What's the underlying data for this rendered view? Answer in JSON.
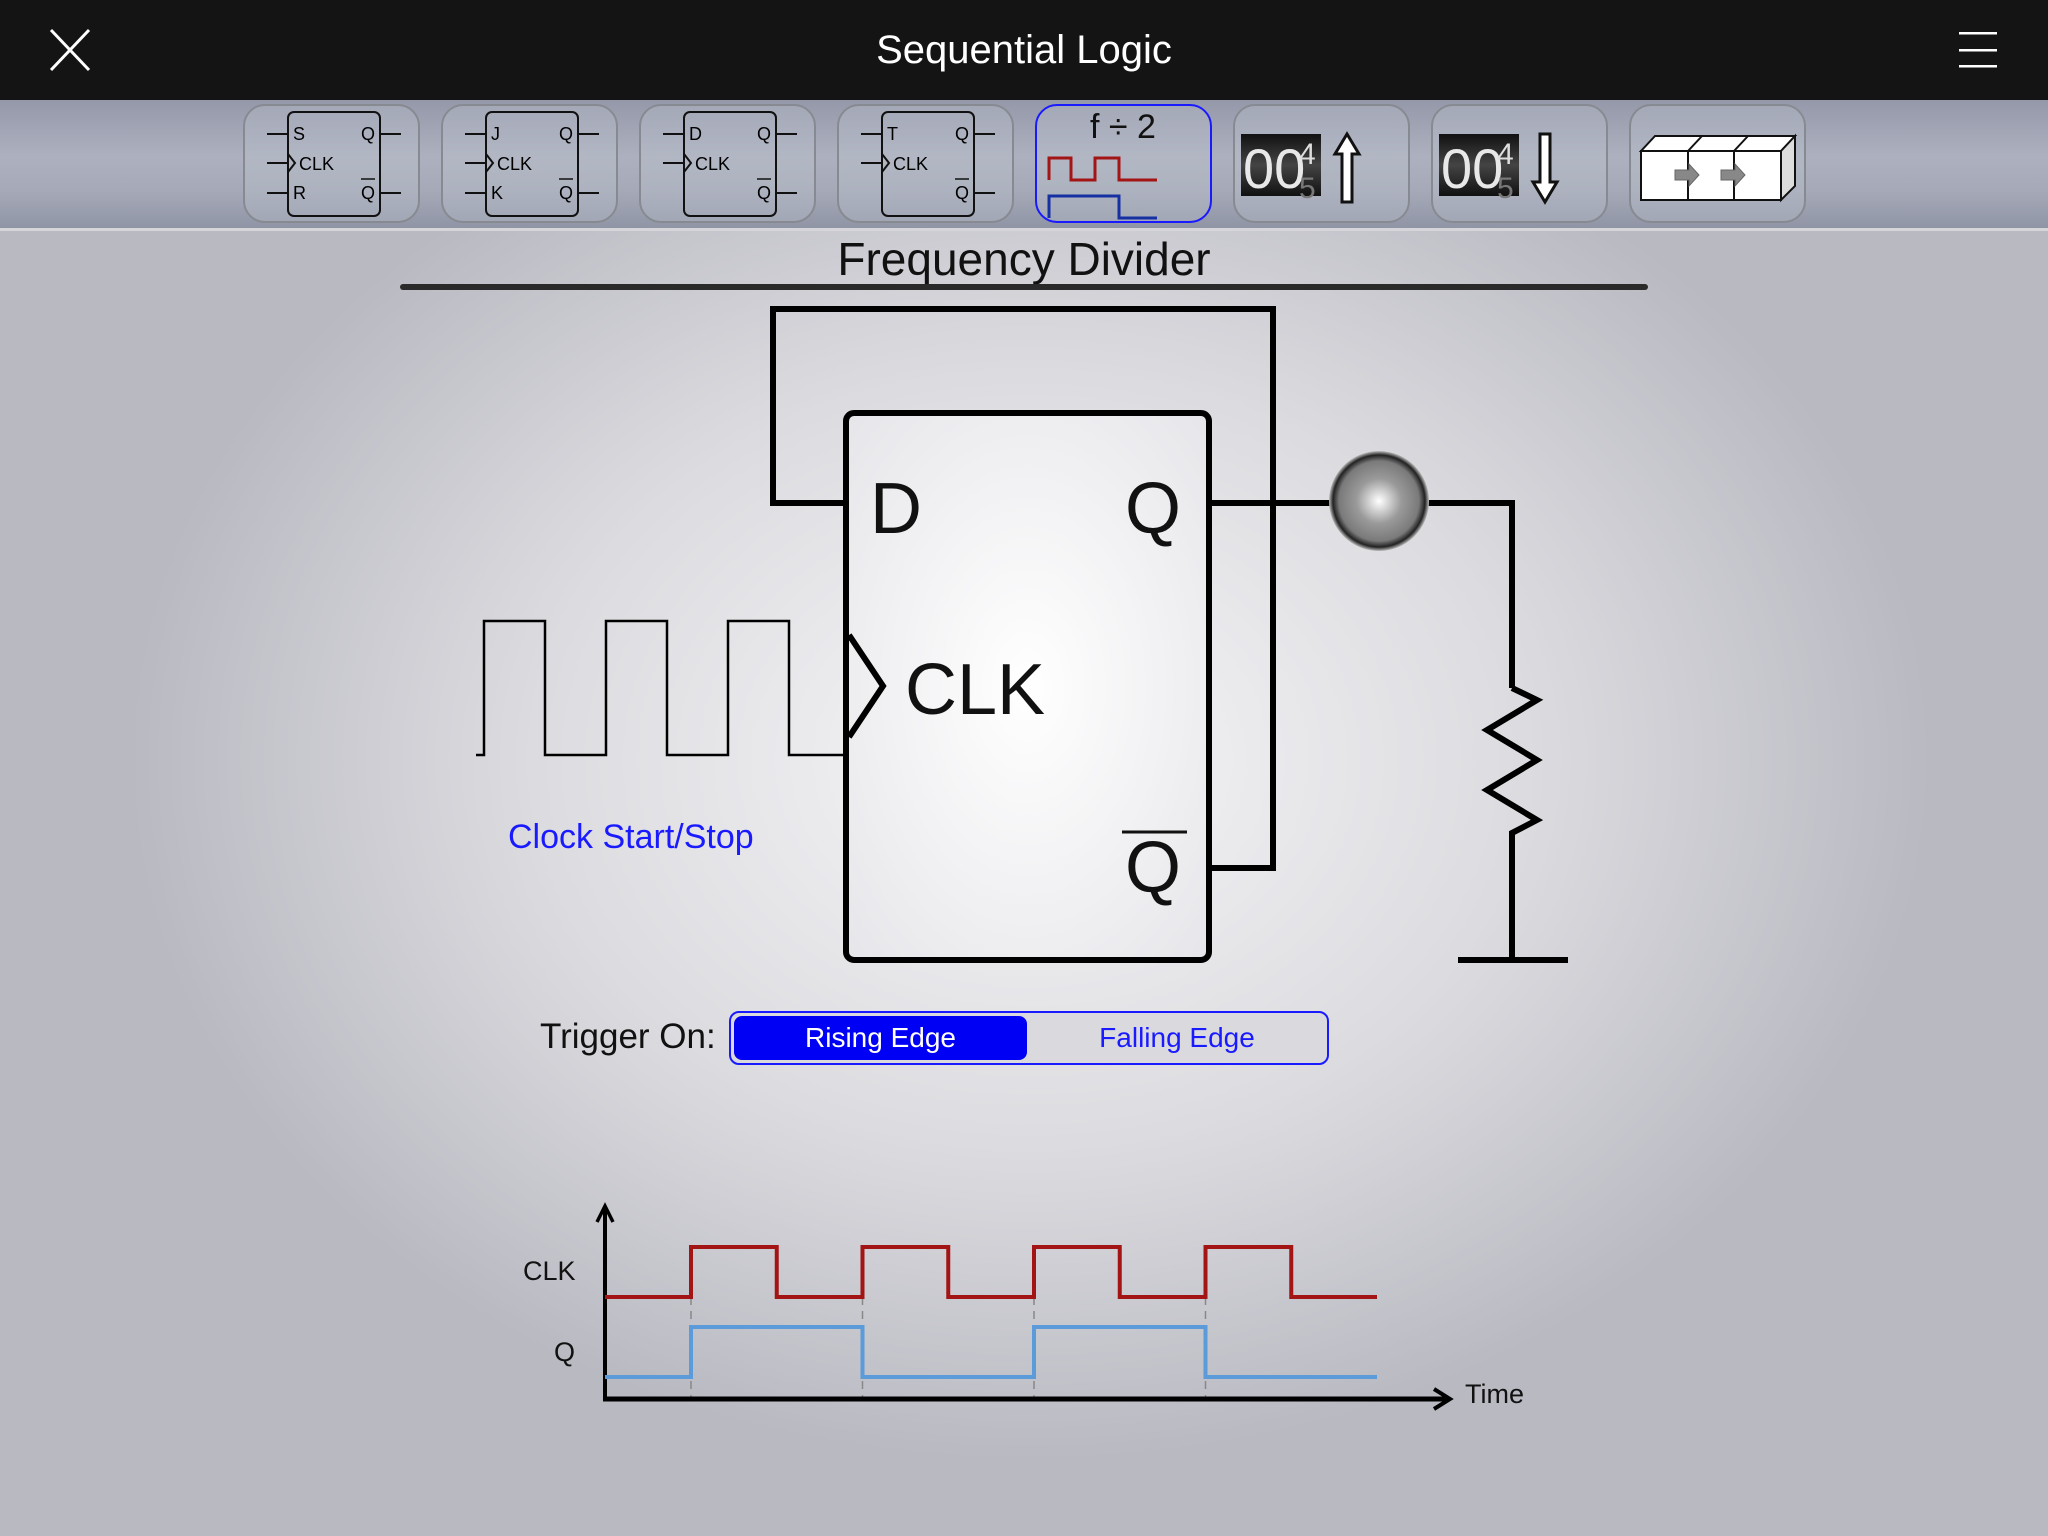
{
  "header": {
    "title": "Sequential Logic",
    "close_icon": "close-icon",
    "menu_icon": "hamburger-menu-icon"
  },
  "toolbar": {
    "items": [
      {
        "name": "sr-flip-flop",
        "inputs": [
          "S",
          "CLK",
          "R"
        ],
        "outputs": [
          "Q",
          "Q̄"
        ],
        "selected": false
      },
      {
        "name": "jk-flip-flop",
        "inputs": [
          "J",
          "CLK",
          "K"
        ],
        "outputs": [
          "Q",
          "Q̄"
        ],
        "selected": false
      },
      {
        "name": "d-flip-flop",
        "inputs": [
          "D",
          "CLK"
        ],
        "outputs": [
          "Q",
          "Q̄"
        ],
        "selected": false
      },
      {
        "name": "t-flip-flop",
        "inputs": [
          "T",
          "CLK"
        ],
        "outputs": [
          "Q",
          "Q̄"
        ],
        "selected": false
      },
      {
        "name": "frequency-divider",
        "label": "f ÷ 2",
        "selected": true
      },
      {
        "name": "up-counter",
        "digits": "00",
        "rolling_digits": [
          "4",
          "5"
        ],
        "arrow": "up",
        "selected": false
      },
      {
        "name": "down-counter",
        "digits": "00",
        "rolling_digits": [
          "4",
          "5"
        ],
        "arrow": "down",
        "selected": false
      },
      {
        "name": "shift-register",
        "selected": false
      }
    ],
    "accent_color": "#1a1aff"
  },
  "main": {
    "title": "Frequency Divider",
    "flip_flop": {
      "d_label": "D",
      "q_label": "Q",
      "clk_label": "CLK",
      "qbar_label": "Q"
    },
    "clock_link": "Clock Start/Stop",
    "lamp_state": "off",
    "trigger": {
      "label": "Trigger On:",
      "options": [
        "Rising Edge",
        "Falling Edge"
      ],
      "selected": "Rising Edge"
    }
  },
  "timing_diagram": {
    "signals": [
      {
        "name": "CLK",
        "color": "#a31515",
        "levels": [
          0,
          1,
          0,
          1,
          0,
          1,
          0,
          1,
          0
        ]
      },
      {
        "name": "Q",
        "color": "#5b9bd9",
        "levels": [
          0,
          1,
          1,
          0,
          0,
          1,
          1,
          0,
          0
        ]
      }
    ],
    "x_label": "Time"
  }
}
